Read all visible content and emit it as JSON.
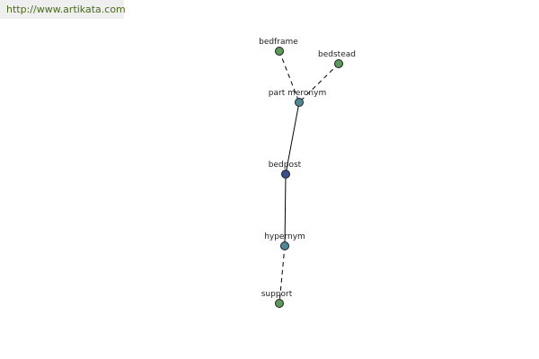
{
  "site": {
    "url_text": "http://www.artikata.com"
  },
  "graph": {
    "nodes": [
      {
        "id": "bedframe",
        "label": "bedframe",
        "kind": "word",
        "color": "#5c9a5c"
      },
      {
        "id": "bedstead",
        "label": "bedstead",
        "kind": "word",
        "color": "#5c9a5c"
      },
      {
        "id": "part_meronym",
        "label": "part meronym",
        "kind": "relation",
        "color": "#4e8a96"
      },
      {
        "id": "bedpost",
        "label": "bedpost",
        "kind": "center",
        "color": "#3a4f8c"
      },
      {
        "id": "hypernym",
        "label": "hypernym",
        "kind": "relation",
        "color": "#4e8a96"
      },
      {
        "id": "support",
        "label": "support",
        "kind": "word",
        "color": "#5c9a5c"
      }
    ],
    "edges": [
      {
        "from": "bedframe",
        "to": "part_meronym",
        "style": "dashed"
      },
      {
        "from": "bedstead",
        "to": "part_meronym",
        "style": "dashed"
      },
      {
        "from": "part_meronym",
        "to": "bedpost",
        "style": "solid"
      },
      {
        "from": "bedpost",
        "to": "hypernym",
        "style": "solid"
      },
      {
        "from": "hypernym",
        "to": "support",
        "style": "dashed"
      }
    ]
  }
}
